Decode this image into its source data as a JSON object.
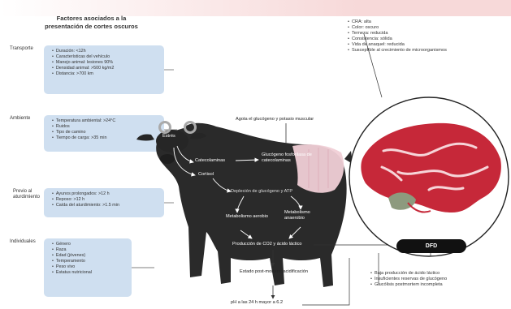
{
  "colors": {
    "top_band": "#f7d9d9",
    "box_fill": "#cfdff0",
    "cow": "#2a2a2a",
    "meat": "#c62839",
    "dfd_badge": "#111111",
    "carcass_pink": "#f0cfd6"
  },
  "title": {
    "line1": "Factores asociados a la",
    "line2": "presentación de cortes oscuros"
  },
  "factors": [
    {
      "label": "Transporte",
      "items": [
        "Duración: <12h",
        "Características del vehículo",
        "Manejo animal: lesiones 90%",
        "Densidad animal: >500 kg/m2",
        "Distancia: >700 km"
      ]
    },
    {
      "label": "Ambiente",
      "items": [
        "Temperatura ambiental: >24°C",
        "Ruidos",
        "Tipo de camino",
        "Tiempo de carga: >35 min"
      ]
    },
    {
      "label_line1": "Previo al",
      "label_line2": "aturdimiento",
      "items": [
        "Ayunos prolongados: >12 h",
        "Reposo: >12 h",
        "Caída del aturdimiento: >1.5 min"
      ]
    },
    {
      "label": "Individuales",
      "items": [
        "Género",
        "Raza",
        "Edad (jóvenes)",
        "Temperamento",
        "Peso vivo",
        "Estatus nutricional"
      ]
    }
  ],
  "dfd_traits": [
    "CRA: alta",
    "Color: oscuro",
    "Terneza: reducida",
    "Consistencia: sólida",
    "Vida de anaquel: reducida",
    "Susceptible al crecimiento de microorganismos"
  ],
  "flow": {
    "stress": "Estrés",
    "catecholamines": "Catecolaminas",
    "cortisol": "Cortisol",
    "glycogen_depletion": "Agota el glucógeno y potasio muscular",
    "glycogen_phosphorylase": "Glucógeno fosforilasa de catecolaminas",
    "atp_depletion": "Depleción de glucógeno y ATP",
    "aerobic": "Metabolismo aerobio",
    "anaerobic": "Metabolismo anaerobio",
    "co2_lactate": "Producción de CO2 y ácido láctico",
    "acidification": "Estado post-mortem: acidificación",
    "ph": "pH a las 24 h mayor a 6.2"
  },
  "dfd_label": "DFD",
  "dfd_causes": [
    "Baja producción de ácido láctico",
    "Insuficientes reservas de glucógeno",
    "Glucólisis postmortem incompleta"
  ]
}
